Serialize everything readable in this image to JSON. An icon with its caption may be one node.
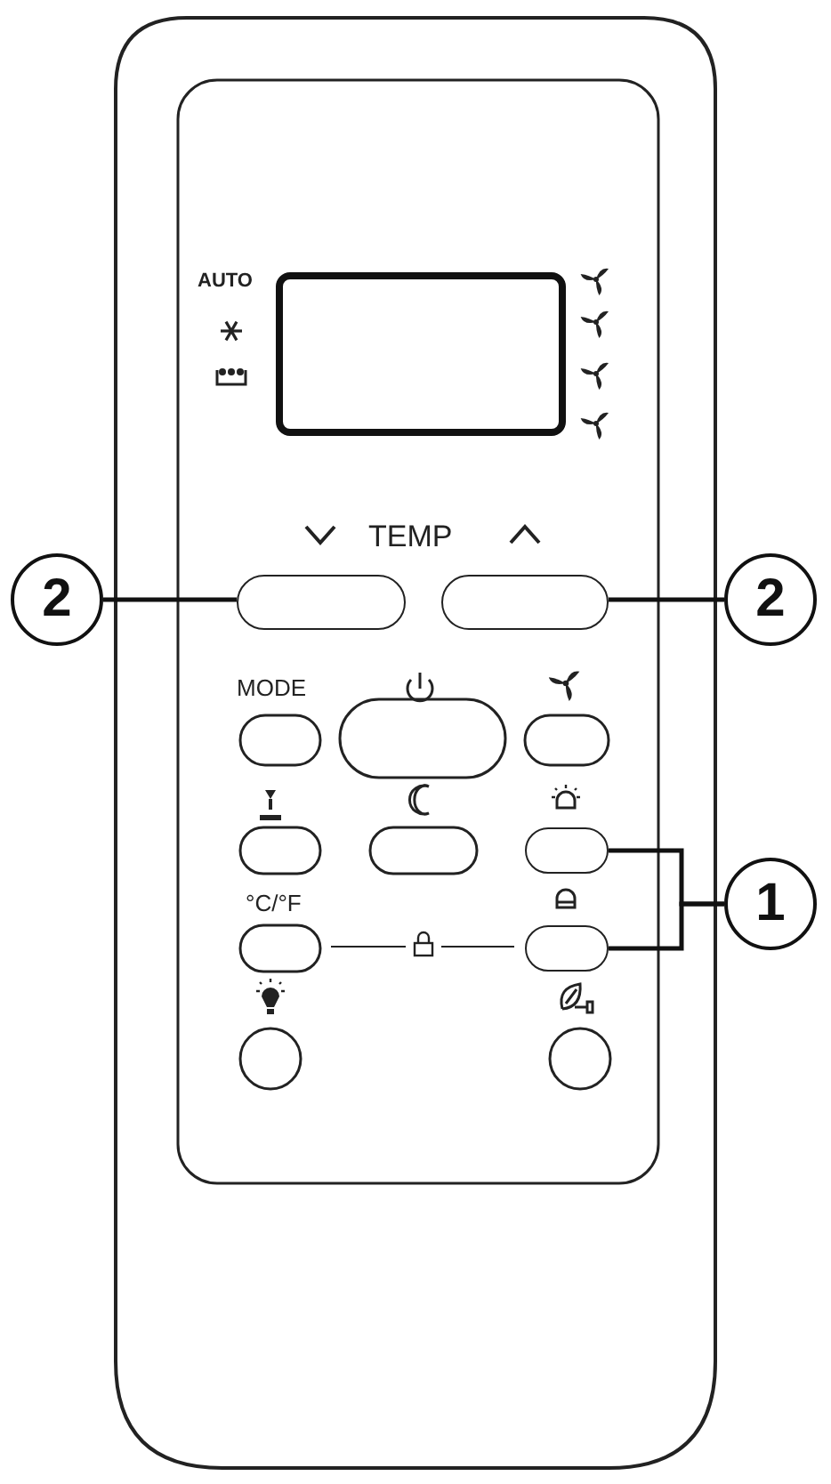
{
  "diagram": {
    "nodes": [
      {
        "text": [],
        "shape": "box"
      },
      {
        "text": [
          "2"
        ]
      },
      {
        "text": [],
        "shape": "box"
      },
      {
        "text": [],
        "shape": "box"
      },
      {
        "text": [
          "2"
        ]
      },
      {
        "text": [],
        "shape": "box"
      },
      {
        "text": [
          "1"
        ]
      },
      {
        "text": [],
        "shape": "box"
      }
    ],
    "edges": [
      {
        "from": 1,
        "to": 2,
        "arrow": "none"
      },
      {
        "from": 4,
        "to": 3,
        "arrow": "none"
      },
      {
        "from": 6,
        "to": 5,
        "arrow": "none"
      },
      {
        "from": 6,
        "to": 7,
        "arrow": "none"
      }
    ],
    "labels": [
      "AUTO",
      "TEMP",
      "MODE",
      "°C/°F"
    ]
  }
}
